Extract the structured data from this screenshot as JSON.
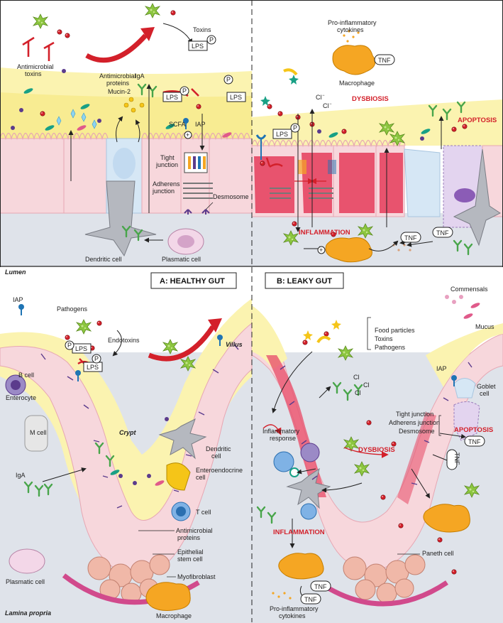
{
  "colors": {
    "mucus": "#fbf3b0",
    "cell_pink": "#f7d7dc",
    "cell_red": "#e8536e",
    "lamina": "#dfe3ea",
    "accent_red": "#d3202a",
    "pathogen": "#8cc63f",
    "macrophage": "#f5a623"
  },
  "top_left": {
    "antimicrobial_toxins": "Antimicrobial\ntoxins",
    "antimicrobial_proteins": "Antimicrobial\nproteins",
    "toxins": "Toxins",
    "lps": "LPS",
    "p": "P",
    "iga": "IgA",
    "mucin2": "Mucin-2",
    "scfa": "SCFA",
    "iap": "IAP",
    "tight_junction": "Tight\njunction",
    "adherens_junction": "Adherens\njunction",
    "desmosome": "Desmosome",
    "dendritic_cell": "Dendritic cell",
    "plasmatic_cell": "Plasmatic cell"
  },
  "top_right": {
    "pro_inflammatory": "Pro-inflammatory\ncytokines",
    "tnf": "TNF",
    "macrophage": "Macrophage",
    "dysbiosis": "DYSBIOSIS",
    "apoptosis": "APOPTOSIS",
    "inflammation": "INFLAMMATION",
    "lps": "LPS",
    "p": "P",
    "cl1": "Cl",
    "cl2": "Cl"
  },
  "bottom": {
    "lumen": "Lumen",
    "lamina_propria": "Lamina propria",
    "title_a": "A: HEALTHY GUT",
    "title_b": "B: LEAKY GUT"
  },
  "bottom_left": {
    "pathogens": "Pathogens",
    "endotoxins": "Endotoxins",
    "lps": "LPS",
    "p": "P",
    "iap": "IAP",
    "b_cell": "B cell",
    "enterocyte": "Enterocyte",
    "m_cell": "M cell",
    "crypt": "Crypt",
    "villus": "Villus",
    "dendritic_cell": "Dendritic\ncell",
    "enteroendocrine": "Enteroendocrine\ncell",
    "t_cell": "T cell",
    "iga": "IgA",
    "plasmatic_cell": "Plasmatic cell",
    "antimicrobial_proteins": "Antimicrobial\nproteins",
    "epithelial_stem_cell": "Epithelial\nstem cell",
    "myofibroblast": "Myofibroblast",
    "macrophage": "Macrophage"
  },
  "bottom_right": {
    "commensals": "Commensals",
    "mucus": "Mucus",
    "food_particles": "Food particles",
    "toxins": "Toxins",
    "pathogens": "Pathogens",
    "iap": "IAP",
    "goblet_cell": "Goblet\ncell",
    "tight_junction": "Tight junction",
    "adherens_junction": "Adherens junction",
    "desmosome": "Desmosome",
    "apoptosis": "APOPTOSIS",
    "tnf": "TNF",
    "dysbiosis": "DYSBIOSIS",
    "inflammatory_response": "Inflammatory\nresponse",
    "inflammation": "INFLAMMATION",
    "paneth_cell": "Paneth cell",
    "pro_inflammatory": "Pro-inflammatory\ncytokines",
    "cl1": "Cl",
    "cl2": "Cl",
    "cl3": "Cl"
  }
}
